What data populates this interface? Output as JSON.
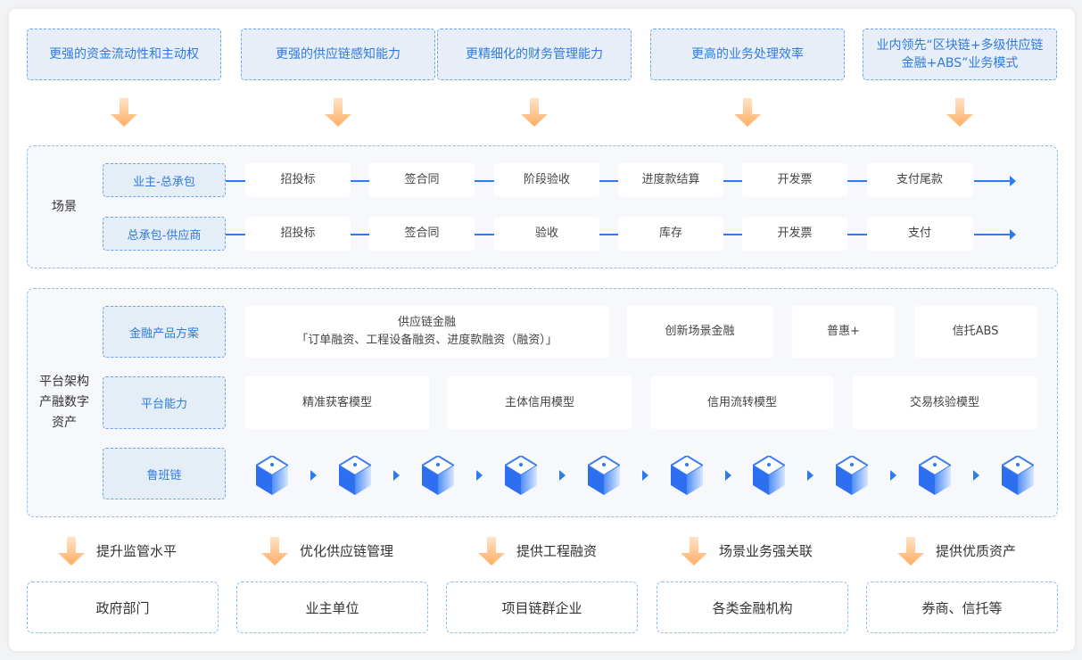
{
  "benefits": [
    "更强的资金流动性和主动权",
    "更强的供应链感知能力",
    "更精细化的财务管理能力",
    "更高的业务处理效率",
    "业内领先“区块链+多级供应链金融+ABS”业务模式"
  ],
  "scene": {
    "title": "场景",
    "rows": [
      {
        "label": "业主-总承包",
        "steps": [
          "招投标",
          "签合同",
          "阶段验收",
          "进度款结算",
          "开发票",
          "支付尾款"
        ]
      },
      {
        "label": "总承包-供应商",
        "steps": [
          "招投标",
          "签合同",
          "验收",
          "库存",
          "开发票",
          "支付"
        ]
      }
    ]
  },
  "platform": {
    "title": "平台架构产融数字资产",
    "title_lines": [
      "平台架构",
      "产融数字",
      "资产"
    ],
    "finance_label": "金融产品方案",
    "finance_items": [
      {
        "title": "供应链金融",
        "subtitle": "「订单融资、工程设备融资、进度款融资（融资）」"
      },
      {
        "title": "创新场景金融"
      },
      {
        "title": "普惠+"
      },
      {
        "title": "信托ABS"
      }
    ],
    "capability_label": "平台能力",
    "capability_items": [
      "精准获客模型",
      "主体信用模型",
      "信用流转模型",
      "交易核验模型"
    ],
    "chain_label": "鲁班链",
    "chain_block_count": 10
  },
  "outcomes": [
    {
      "label": "提升监管水平",
      "target": "政府部门"
    },
    {
      "label": "优化供应链管理",
      "target": "业主单位"
    },
    {
      "label": "提供工程融资",
      "target": "项目链群企业"
    },
    {
      "label": "场景业务强关联",
      "target": "各类金融机构"
    },
    {
      "label": "提供优质资产",
      "target": "券商、信托等"
    }
  ],
  "colors": {
    "accent": "#2a7cf0",
    "arrow": "#ffb36b"
  }
}
